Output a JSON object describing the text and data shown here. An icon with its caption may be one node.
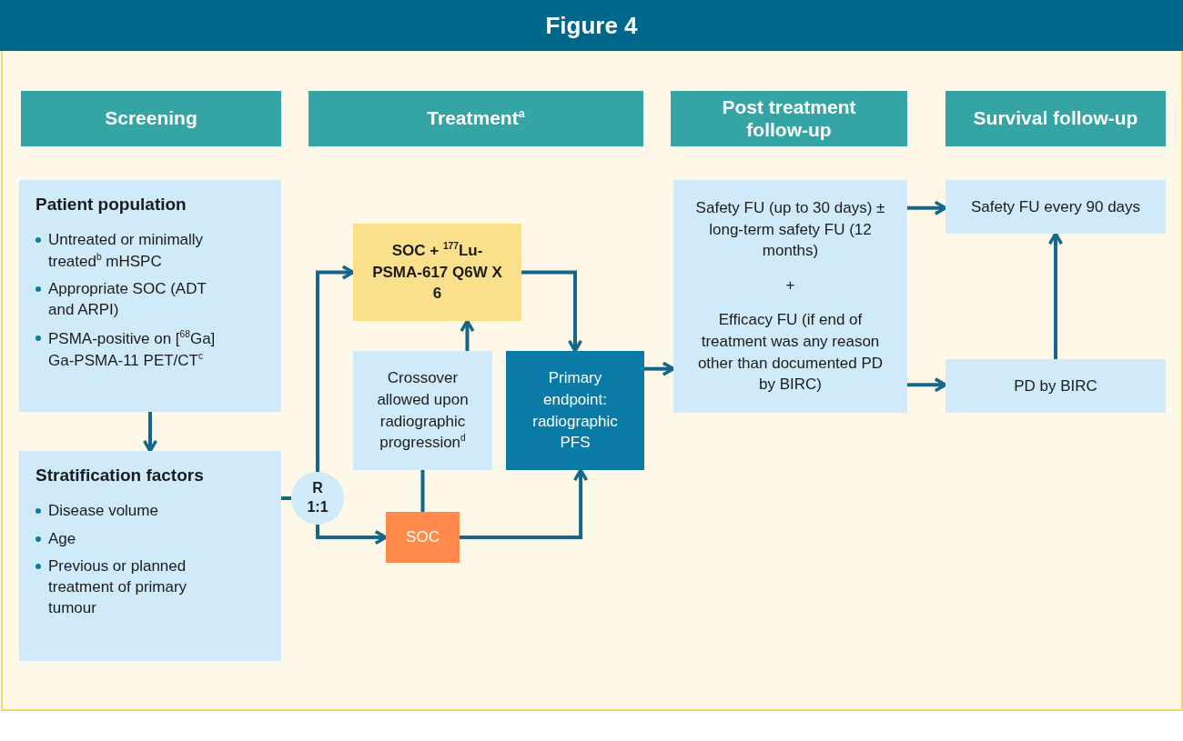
{
  "diagram": {
    "title": "Figure 4",
    "nodes": [
      {
        "text": [
          "Screening"
        ]
      },
      {
        "text": [
          "Treatment$^{a}$"
        ]
      },
      {
        "text": [
          "Post treatment follow-up"
        ]
      },
      {
        "text": [
          "Survival follow-up"
        ]
      },
      {
        "text": [
          "Patient population",
          "Untreated or minimally treated$^{b}$ mHSPC",
          "Appropriate SOC (ADT and ARPI)",
          "PSMA-positive on [$^{68}$Ga] Ga-PSMA-11 PET/CT$^{c}$"
        ]
      },
      {
        "text": [
          "Stratification factors",
          "Disease volume",
          "Age",
          "Previous or planned treatment of primary tumour"
        ]
      },
      {
        "text": [
          "R 1:1"
        ]
      },
      {
        "text": [
          "SOC + $^{177}$Lu-PSMA-617 Q6W X 6"
        ]
      },
      {
        "text": [
          "Crossover allowed upon radiographic progression$^{d}$"
        ]
      },
      {
        "text": [
          "Primary endpoint: radiographic PFS"
        ]
      },
      {
        "text": [
          "SOC"
        ]
      },
      {
        "text": [
          "Safety FU (up to 30 days) ± long-term safety FU (12 months)",
          "+",
          "Efficacy FU (if end of treatment was any reason other than documented PD by BIRC)"
        ]
      },
      {
        "text": [
          "Safety FU every 90 days"
        ]
      },
      {
        "text": [
          "PD by BIRC"
        ]
      }
    ],
    "edges": [
      {
        "from": 4,
        "to": 5,
        "arrow": "to"
      },
      {
        "from": 5,
        "to": 6,
        "arrow": "none"
      },
      {
        "from": 6,
        "to": 7,
        "arrow": "to"
      },
      {
        "from": 6,
        "to": 10,
        "arrow": "to"
      },
      {
        "from": 10,
        "to": 8,
        "arrow": "none"
      },
      {
        "from": 8,
        "to": 7,
        "arrow": "to"
      },
      {
        "from": 7,
        "to": 9,
        "arrow": "to"
      },
      {
        "from": 10,
        "to": 9,
        "arrow": "to"
      },
      {
        "from": 9,
        "to": 11,
        "arrow": "to"
      },
      {
        "from": 11,
        "to": 12,
        "arrow": "to"
      },
      {
        "from": 11,
        "to": 13,
        "arrow": "to"
      },
      {
        "from": 13,
        "to": 12,
        "arrow": "to"
      }
    ]
  }
}
